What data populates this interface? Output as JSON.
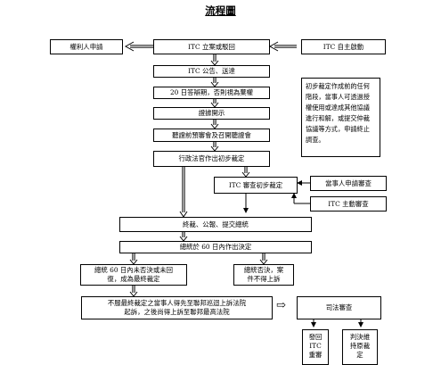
{
  "title": "流程圖",
  "nodes": {
    "petitioner": "權利人申請",
    "itc_decide": "ITC 立案或駁回",
    "itc_self": "ITC 自主啟動",
    "announce": "ITC 公告、送達",
    "answer": "20 日答辯期，否則視為棄權",
    "discovery": "證據開示",
    "prehearing": "聽證前預審會及召開聽證會",
    "initial": "行政法官作出初步裁定",
    "note": "初步裁定作成前的任何階段，當事人可透過授權使用或達成其他協議進行和解，或提交仲裁協議等方式，申請終止調查。",
    "review": "ITC 審查初步裁定",
    "party_review": "當事人申請審查",
    "itc_review": "ITC 主動審查",
    "final": "終裁、公報、提交總統",
    "president": "總統於 60 日內作出決定",
    "no_veto": "總統 60 日內未否決或未回\n復，成為最終裁定",
    "veto": "總統否決，案\n件不得上訴",
    "appeal": "不服最終裁定之當事人得先至聯邦巡迴上訴法院\n起訴，之後尚得上訴至聯邦最高法院",
    "judicial": "司法審查",
    "col1": "發回\nITC\n重審",
    "col2": "判決維\n持原裁\n定"
  },
  "arrow_glyph": "⇨"
}
